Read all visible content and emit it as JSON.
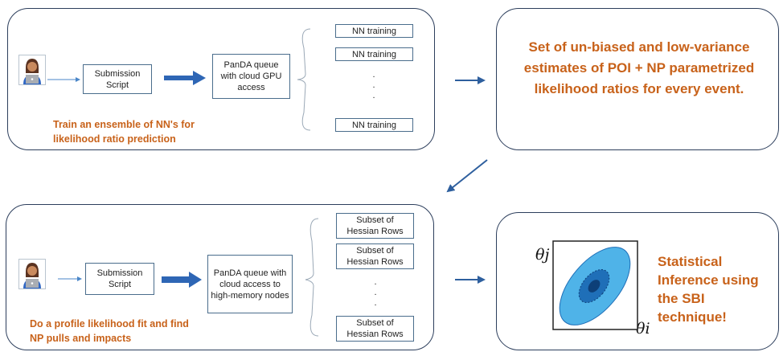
{
  "top_row": {
    "submission_script": "Submission Script",
    "queue": "PanDA queue with cloud GPU access",
    "jobs": [
      "NN training",
      "NN training",
      "NN training"
    ],
    "dots": ".\n.\n.",
    "caption": "Train an ensemble of NN's for likelihood ratio prediction"
  },
  "top_result": {
    "text": "Set of un-biased and low-variance estimates of POI + NP parametrized likelihood ratios for every event."
  },
  "bottom_row": {
    "submission_script": "Submission Script",
    "queue": "PanDA queue with cloud access to high-memory nodes",
    "jobs": [
      "Subset of Hessian Rows",
      "Subset of Hessian Rows",
      "Subset of Hessian Rows"
    ],
    "dots": ".\n.\n.",
    "caption": "Do a profile likelihood fit and find NP pulls and impacts"
  },
  "bottom_result": {
    "text": "Statistical Inference using the SBI technique!",
    "theta_j": "θj",
    "theta_i": "θi"
  },
  "colors": {
    "accent": "#c8621a",
    "arrow": "#2e5f9e",
    "ellipse_outer": "#4fb3e8",
    "ellipse_mid": "#1f6fb8",
    "ellipse_core": "#0d3f78"
  }
}
